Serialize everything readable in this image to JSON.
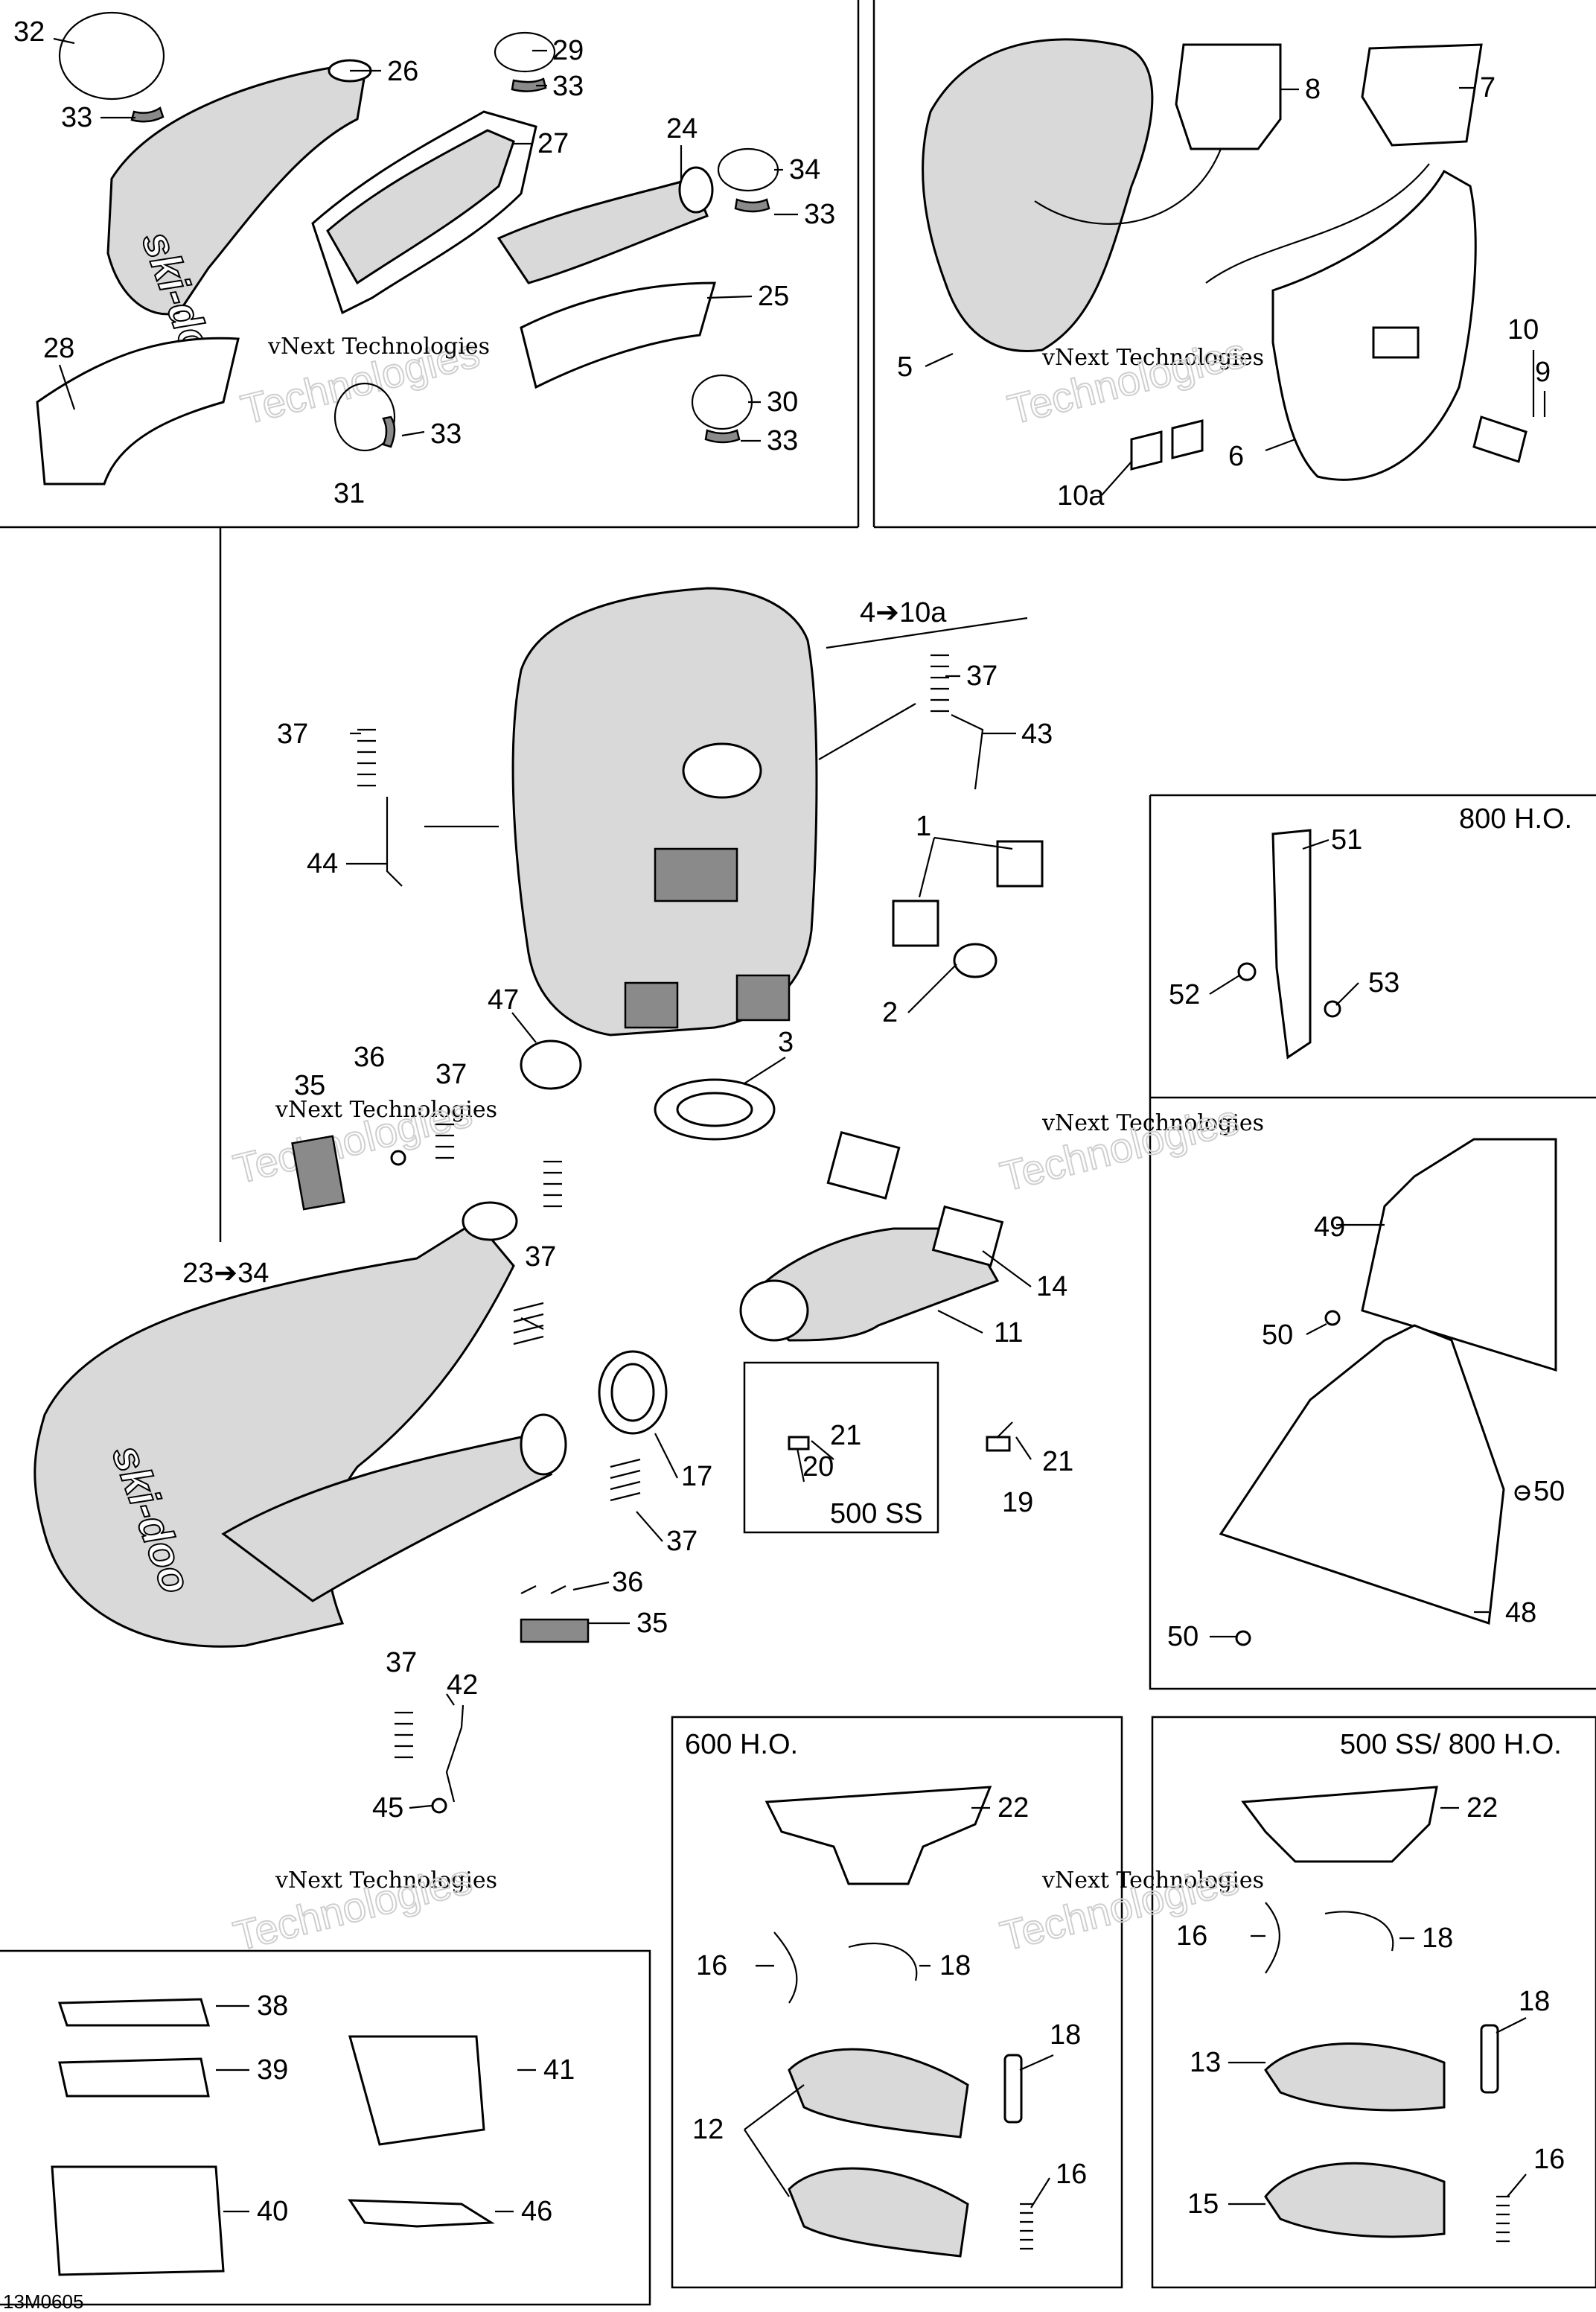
{
  "diagram_code": "13M0605",
  "brand_mark": "ski-doo",
  "watermark": {
    "line1": "vNext Technologies",
    "outline_line1": "vNext",
    "outline_line2": "Technologies"
  },
  "boxes": {
    "h800_label": "800 H.O.",
    "h600_label": "600 H.O.",
    "ss500_label": "500 SS",
    "ss500_h800_label": "500 SS/ 800 H.O."
  },
  "callouts": {
    "c32": "32",
    "c33a": "33",
    "c26": "26",
    "c29": "29",
    "c33b": "33",
    "c27": "27",
    "c24": "24",
    "c34a": "34",
    "c33c": "33",
    "c25": "25",
    "c28": "28",
    "c30": "30",
    "c33d": "33",
    "c33e": "33",
    "c31": "31",
    "c8": "8",
    "c7": "7",
    "c5": "5",
    "c10": "10",
    "c9": "9",
    "c6": "6",
    "c10a": "10a",
    "c4to10a": "4➔10a",
    "c37a": "37",
    "c43": "43",
    "c37b": "37",
    "c44": "44",
    "c1": "1",
    "c2": "2",
    "c47": "47",
    "c3": "3",
    "c35a": "35",
    "c36a": "36",
    "c37c": "37",
    "c37d": "37",
    "c23to34": "23➔34",
    "c14": "14",
    "c11": "11",
    "c21a": "21",
    "c20": "20",
    "c21b": "21",
    "c19": "19",
    "c17": "17",
    "c37e": "37",
    "c36b": "36",
    "c35b": "35",
    "c37f": "37",
    "c42": "42",
    "c45": "45",
    "c51": "51",
    "c52": "52",
    "c53": "53",
    "c49": "49",
    "c50a": "50",
    "c50b": "50",
    "c48": "48",
    "c50c": "50",
    "c38": "38",
    "c39": "39",
    "c41": "41",
    "c40": "40",
    "c46": "46",
    "c22a": "22",
    "c16a": "16",
    "c18a": "18",
    "c18b": "18",
    "c12": "12",
    "c16b": "16",
    "c22b": "22",
    "c16c": "16",
    "c18c": "18",
    "c13": "13",
    "c18d": "18",
    "c15": "15",
    "c16d": "16"
  }
}
